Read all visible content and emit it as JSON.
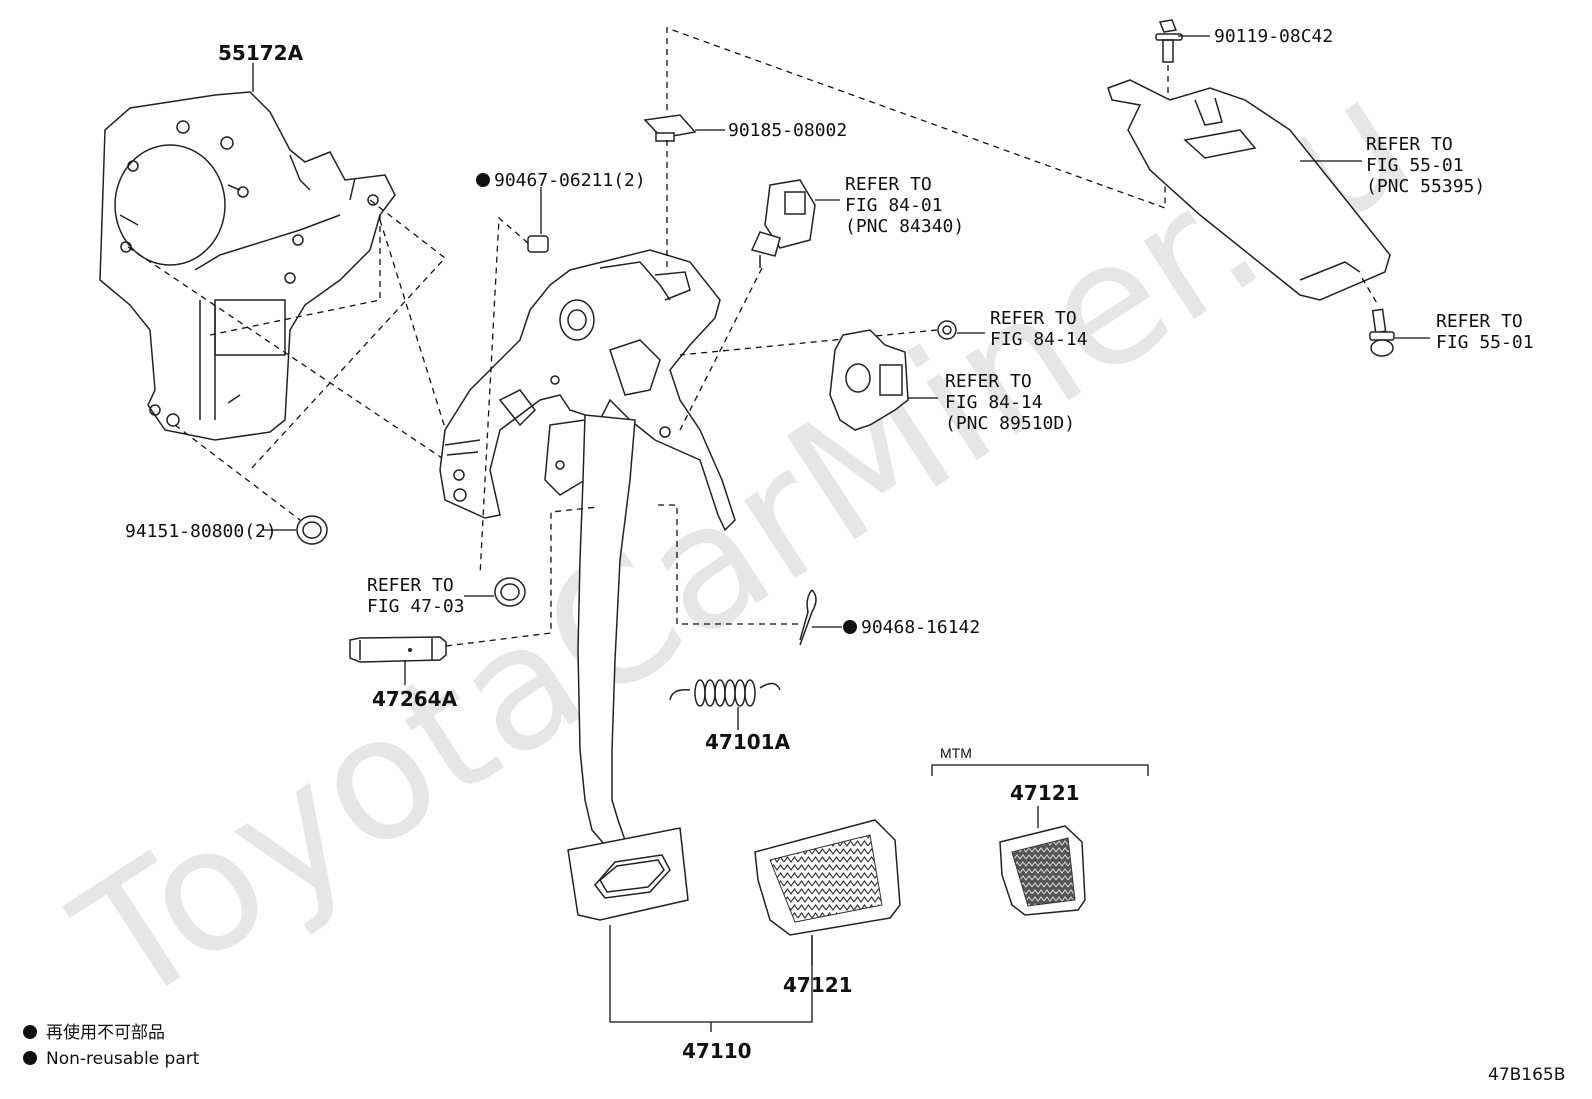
{
  "watermark": "ToyotaCarMiner.ru",
  "figure_code": "47B165B",
  "group_label": "MTM",
  "legend": {
    "line1": "再使用不可部品",
    "line2": "Non-reusable part"
  },
  "labels": {
    "p55172A": "55172A",
    "p90467": "90467-06211(2)",
    "p90185": "90185-08002",
    "p90119": "90119-08C42",
    "p94151": "94151-80800(2)",
    "p47264A": "47264A",
    "p90468": "90468-16142",
    "p47101A": "47101A",
    "p47121_mtm": "47121",
    "p47121": "47121",
    "p47110": "47110"
  },
  "refs": {
    "r84340": [
      "REFER TO",
      "FIG 84-01",
      "(PNC 84340)"
    ],
    "r55395": [
      "REFER TO",
      "FIG 55-01",
      "(PNC 55395)"
    ],
    "r8414a": [
      "REFER TO",
      "FIG 84-14"
    ],
    "r89510D": [
      "REFER TO",
      "FIG 84-14",
      "(PNC 89510D)"
    ],
    "r5501": [
      "REFER TO",
      "FIG 55-01"
    ],
    "r4703": [
      "REFER TO",
      "FIG 47-03"
    ]
  }
}
